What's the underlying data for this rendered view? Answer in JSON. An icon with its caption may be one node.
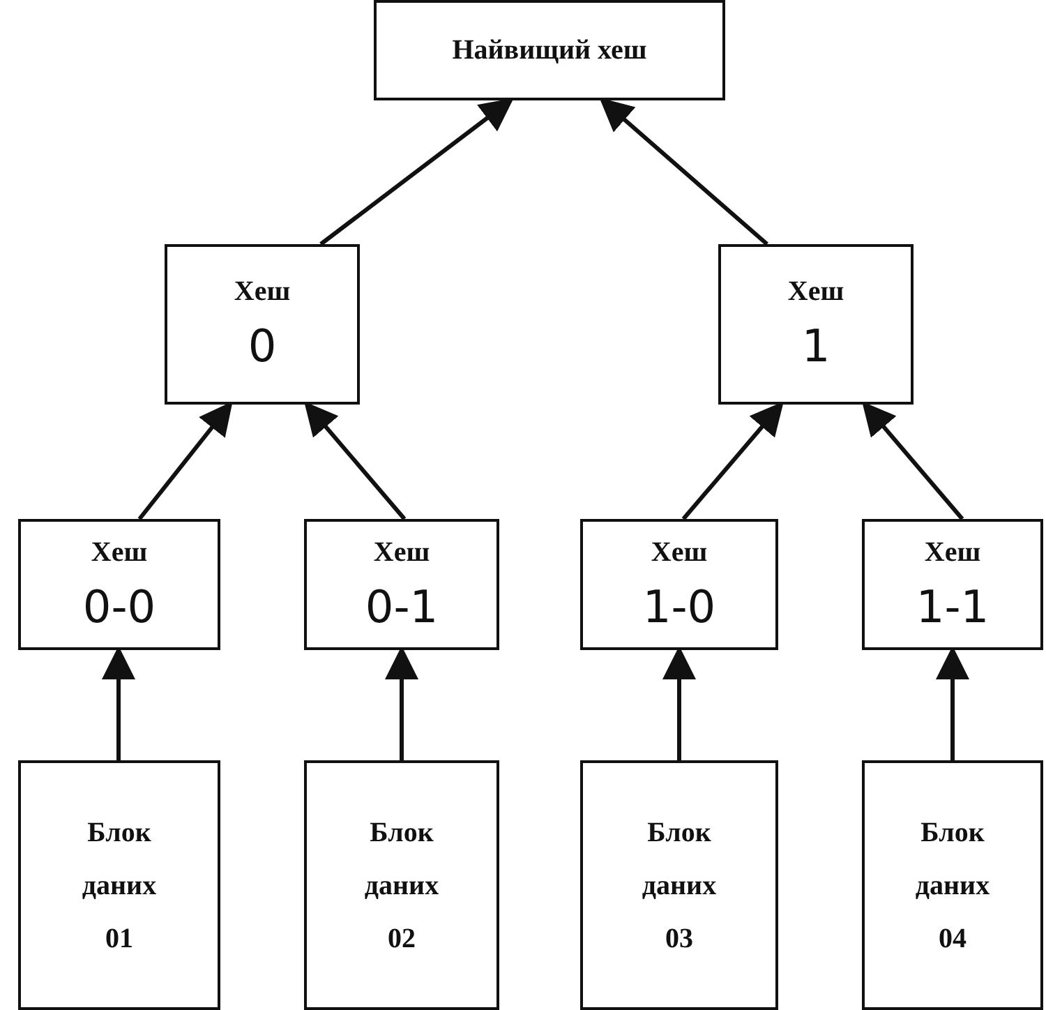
{
  "diagram": {
    "nodes": [
      {
        "text": [
          "Найвищий хеш"
        ]
      },
      {
        "text": [
          "Хеш",
          "0"
        ]
      },
      {
        "text": [
          "Хеш",
          "1"
        ]
      },
      {
        "text": [
          "Хеш",
          "0-0"
        ]
      },
      {
        "text": [
          "Хеш",
          "0-1"
        ]
      },
      {
        "text": [
          "Хеш",
          "1-0"
        ]
      },
      {
        "text": [
          "Хеш",
          "1-1"
        ]
      },
      {
        "text": [
          "Блок даних 01"
        ]
      },
      {
        "text": [
          "Блок даних 02"
        ]
      },
      {
        "text": [
          "Блок даних 03"
        ]
      },
      {
        "text": [
          "Блок даних 04"
        ]
      }
    ],
    "edges": [
      {
        "from": 1,
        "to": 0,
        "arrow": "to"
      },
      {
        "from": 2,
        "to": 0,
        "arrow": "to"
      },
      {
        "from": 3,
        "to": 1,
        "arrow": "to"
      },
      {
        "from": 4,
        "to": 1,
        "arrow": "to"
      },
      {
        "from": 5,
        "to": 2,
        "arrow": "to"
      },
      {
        "from": 6,
        "to": 2,
        "arrow": "to"
      },
      {
        "from": 7,
        "to": 3,
        "arrow": "to"
      },
      {
        "from": 8,
        "to": 4,
        "arrow": "to"
      },
      {
        "from": 9,
        "to": 5,
        "arrow": "to"
      },
      {
        "from": 10,
        "to": 6,
        "arrow": "to"
      }
    ]
  }
}
